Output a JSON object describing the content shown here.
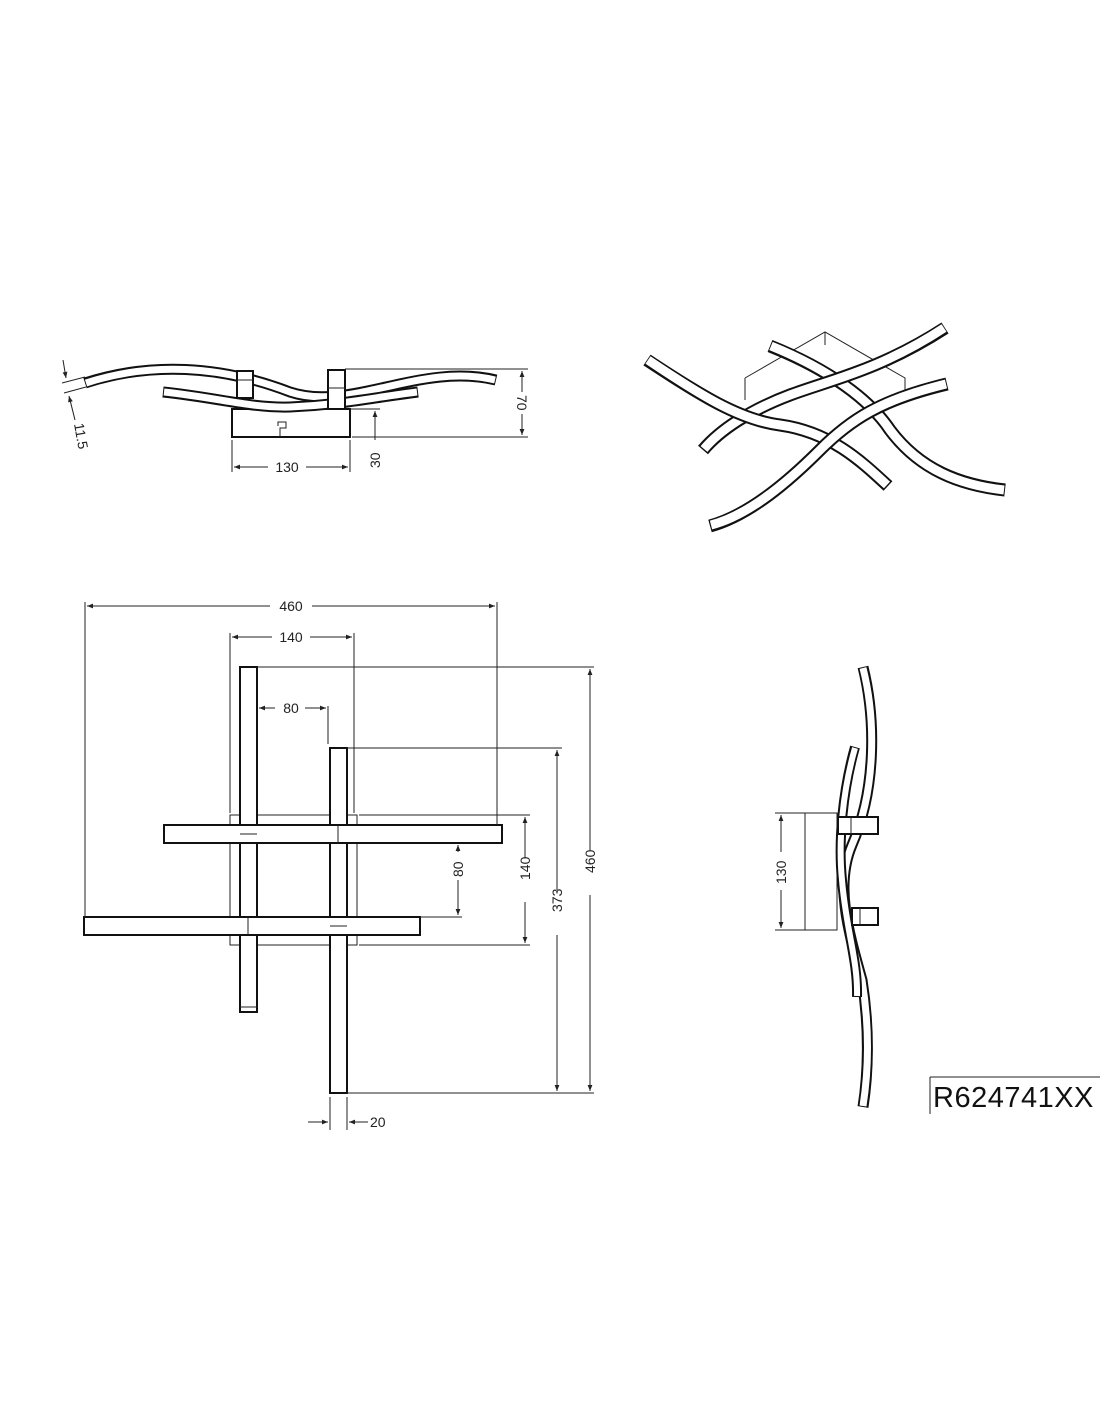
{
  "side_view_top": {
    "bar_thickness": "11.5",
    "height": "70",
    "base_height": "30",
    "base_width": "130"
  },
  "plan_view": {
    "overall_width": "460",
    "base_width": "140",
    "bar_offset_x": "80",
    "bar_offset_y": "80",
    "base_depth": "140",
    "short_length": "373",
    "overall_length": "460",
    "bar_width": "20"
  },
  "side_view_right": {
    "base_width": "130"
  },
  "part_number": "R624741XX",
  "colors": {
    "line": "#111111",
    "background": "#ffffff"
  }
}
